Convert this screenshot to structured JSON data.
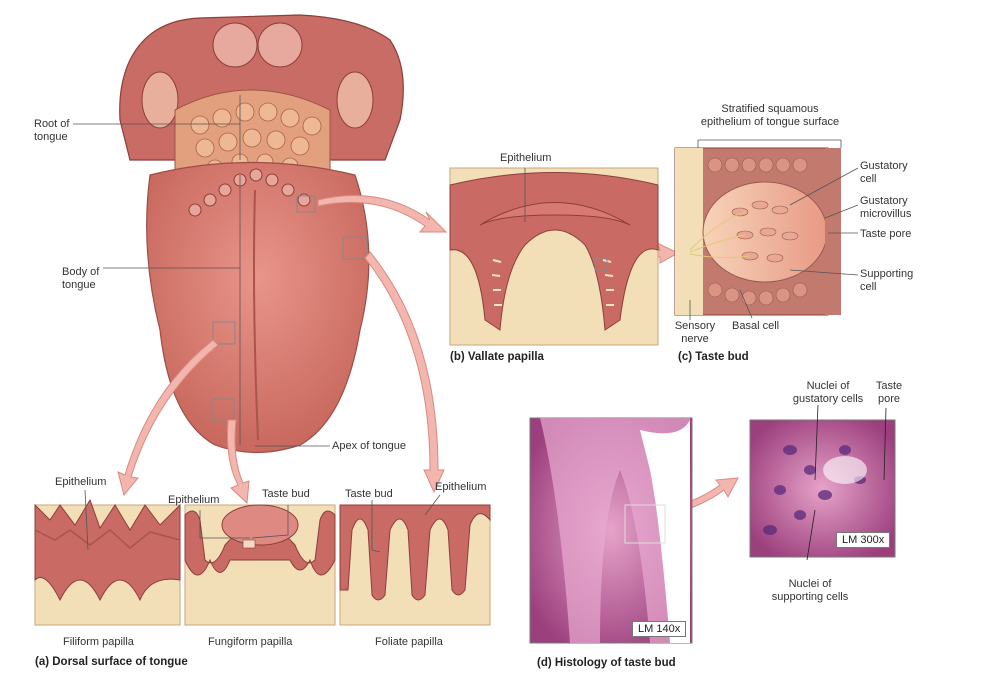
{
  "tongue_labels": {
    "root": "Root of tongue",
    "body": "Body of tongue",
    "apex": "Apex of tongue"
  },
  "dorsal": {
    "epithelium_1": "Epithelium",
    "epithelium_2": "Epithelium",
    "taste_bud_1": "Taste bud",
    "taste_bud_2": "Taste bud",
    "epithelium_3": "Epithelium",
    "filiform": "Filiform papilla",
    "fungiform": "Fungiform papilla",
    "foliate": "Foliate papilla",
    "caption": "(a) Dorsal surface of tongue"
  },
  "vallate": {
    "epithelium": "Epithelium",
    "caption": "(b) Vallate papilla"
  },
  "taste_bud": {
    "stratified": "Stratified squamous epithelium of tongue surface",
    "gustatory_cell": "Gustatory cell",
    "gustatory_microvillus": "Gustatory microvillus",
    "taste_pore": "Taste pore",
    "supporting_cell": "Supporting cell",
    "sensory_nerve": "Sensory nerve",
    "basal_cell": "Basal cell",
    "caption": "(c) Taste bud"
  },
  "histology": {
    "nuclei_gustatory": "Nuclei of gustatory cells",
    "taste_pore": "Taste pore",
    "nuclei_supporting": "Nuclei of supporting cells",
    "lm_140": "LM 140x",
    "lm_300": "LM 300x",
    "caption": "(d) Histology of taste bud"
  },
  "colors": {
    "tongue": "#dc8478",
    "tongue_dark": "#b85a52",
    "tissue": "#f2dfb8",
    "epithelium": "#c96a64",
    "arrow": "#f2b6ae",
    "histo": "#b0508f"
  }
}
